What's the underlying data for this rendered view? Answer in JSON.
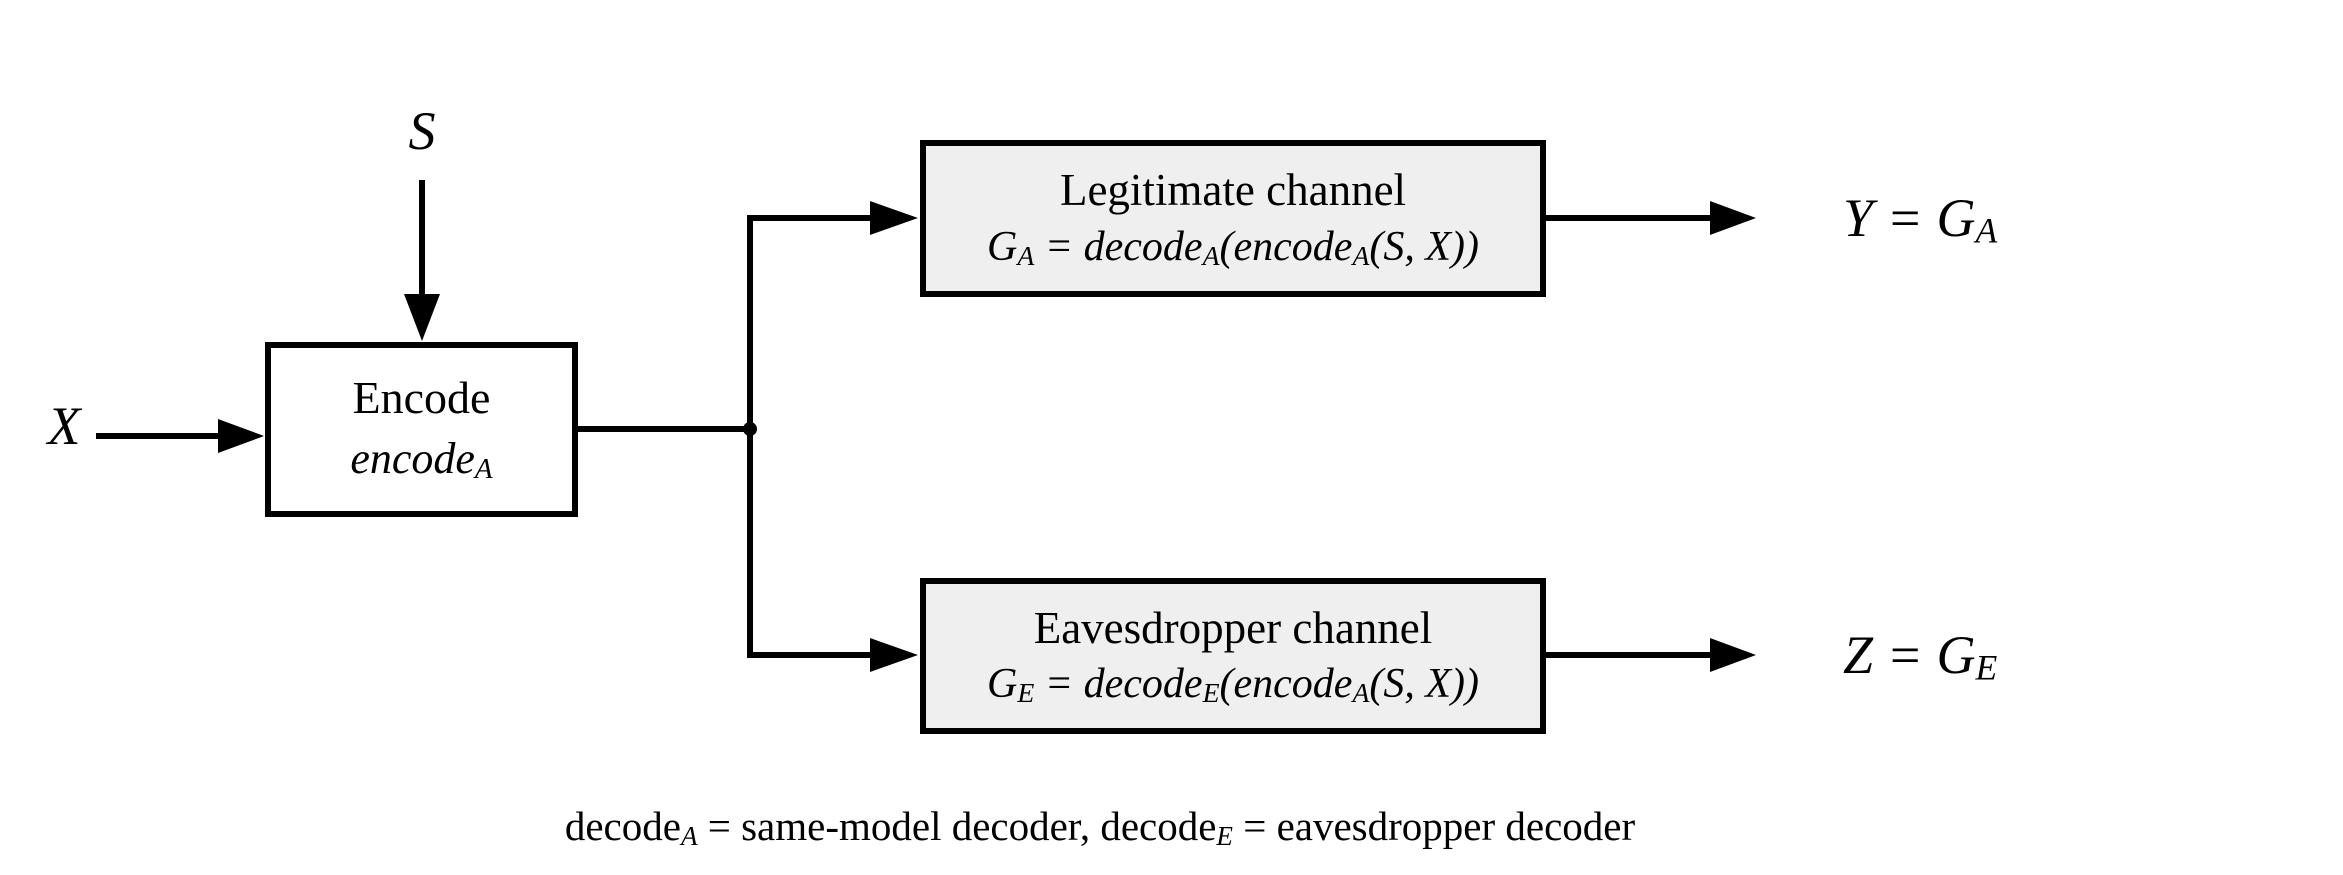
{
  "figure": {
    "background": "#ffffff",
    "line_color": "#000000",
    "channel_box_fill": "#efefef",
    "encode_box_fill": "#ffffff"
  },
  "inputs": {
    "s_label": "S",
    "x_label": "X"
  },
  "encoder": {
    "title": "Encode",
    "fn": "encode",
    "fn_sub": "A"
  },
  "legitimate": {
    "title": "Legitimate channel",
    "formula": {
      "lhs": "G",
      "lhs_sub": "A",
      "eq": " = ",
      "fn1": "decode",
      "fn1_sub": "A",
      "open": "(",
      "fn2": "encode",
      "fn2_sub": "A",
      "args": "(S, X))"
    }
  },
  "eavesdropper": {
    "title": "Eavesdropper channel",
    "formula": {
      "lhs": "G",
      "lhs_sub": "E",
      "eq": " = ",
      "fn1": "decode",
      "fn1_sub": "E",
      "open": "(",
      "fn2": "encode",
      "fn2_sub": "A",
      "args": "(S, X))"
    }
  },
  "outputs": {
    "y_text": "Y = G",
    "y_sub": "A",
    "z_text": "Z = G",
    "z_sub": "E"
  },
  "caption": {
    "part1": "decode",
    "sub1": "A",
    "part2": " = same-model decoder, decode",
    "sub2": "E",
    "part3": " = eavesdropper decoder"
  }
}
